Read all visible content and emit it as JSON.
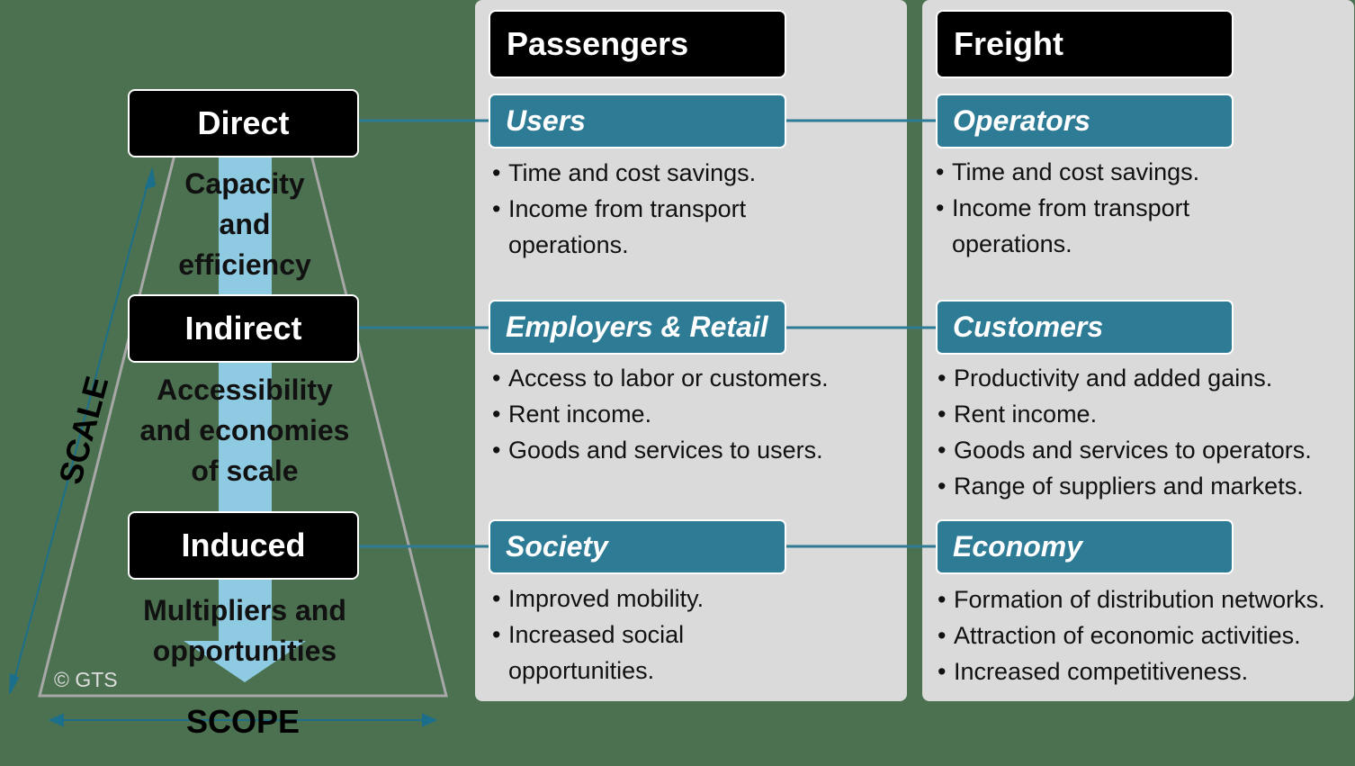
{
  "levels": [
    {
      "label": "Direct"
    },
    {
      "label": "Indirect"
    },
    {
      "label": "Induced"
    }
  ],
  "transitions": [
    {
      "lines": [
        "Capacity",
        "and",
        "efficiency"
      ]
    },
    {
      "lines": [
        "Accessibility",
        "and economies",
        "of scale"
      ]
    },
    {
      "lines": [
        "Multipliers and",
        "opportunities"
      ]
    }
  ],
  "axes": {
    "scale": "SCALE",
    "scope": "SCOPE"
  },
  "copyright": "© GTS",
  "columns": {
    "passengers": "Passengers",
    "freight": "Freight"
  },
  "passengers": [
    {
      "title": "Users",
      "bullets": [
        "Time and cost savings.",
        "Income from transport",
        "operations."
      ]
    },
    {
      "title": "Employers & Retail",
      "bullets": [
        "Access to labor or customers.",
        "Rent income.",
        "Goods and services to users."
      ]
    },
    {
      "title": "Society",
      "bullets": [
        "Improved mobility.",
        "Increased social",
        "opportunities."
      ]
    }
  ],
  "freight": [
    {
      "title": "Operators",
      "bullets": [
        "Time and cost savings.",
        "Income from transport",
        "operations."
      ]
    },
    {
      "title": "Customers",
      "bullets": [
        "Productivity and added gains.",
        "Rent income.",
        "Goods and services to operators.",
        "Range of suppliers and markets."
      ]
    },
    {
      "title": "Economy",
      "bullets": [
        "Formation of distribution networks.",
        "Attraction of economic activities.",
        "Increased competitiveness."
      ]
    }
  ],
  "colors": {
    "background": "#4c7150",
    "panel": "#dadada",
    "teal": "#2e7b96",
    "arrow": "#8ecbe3",
    "axis": "#1c6f8a",
    "trapezoid": "#a8a8a8"
  }
}
